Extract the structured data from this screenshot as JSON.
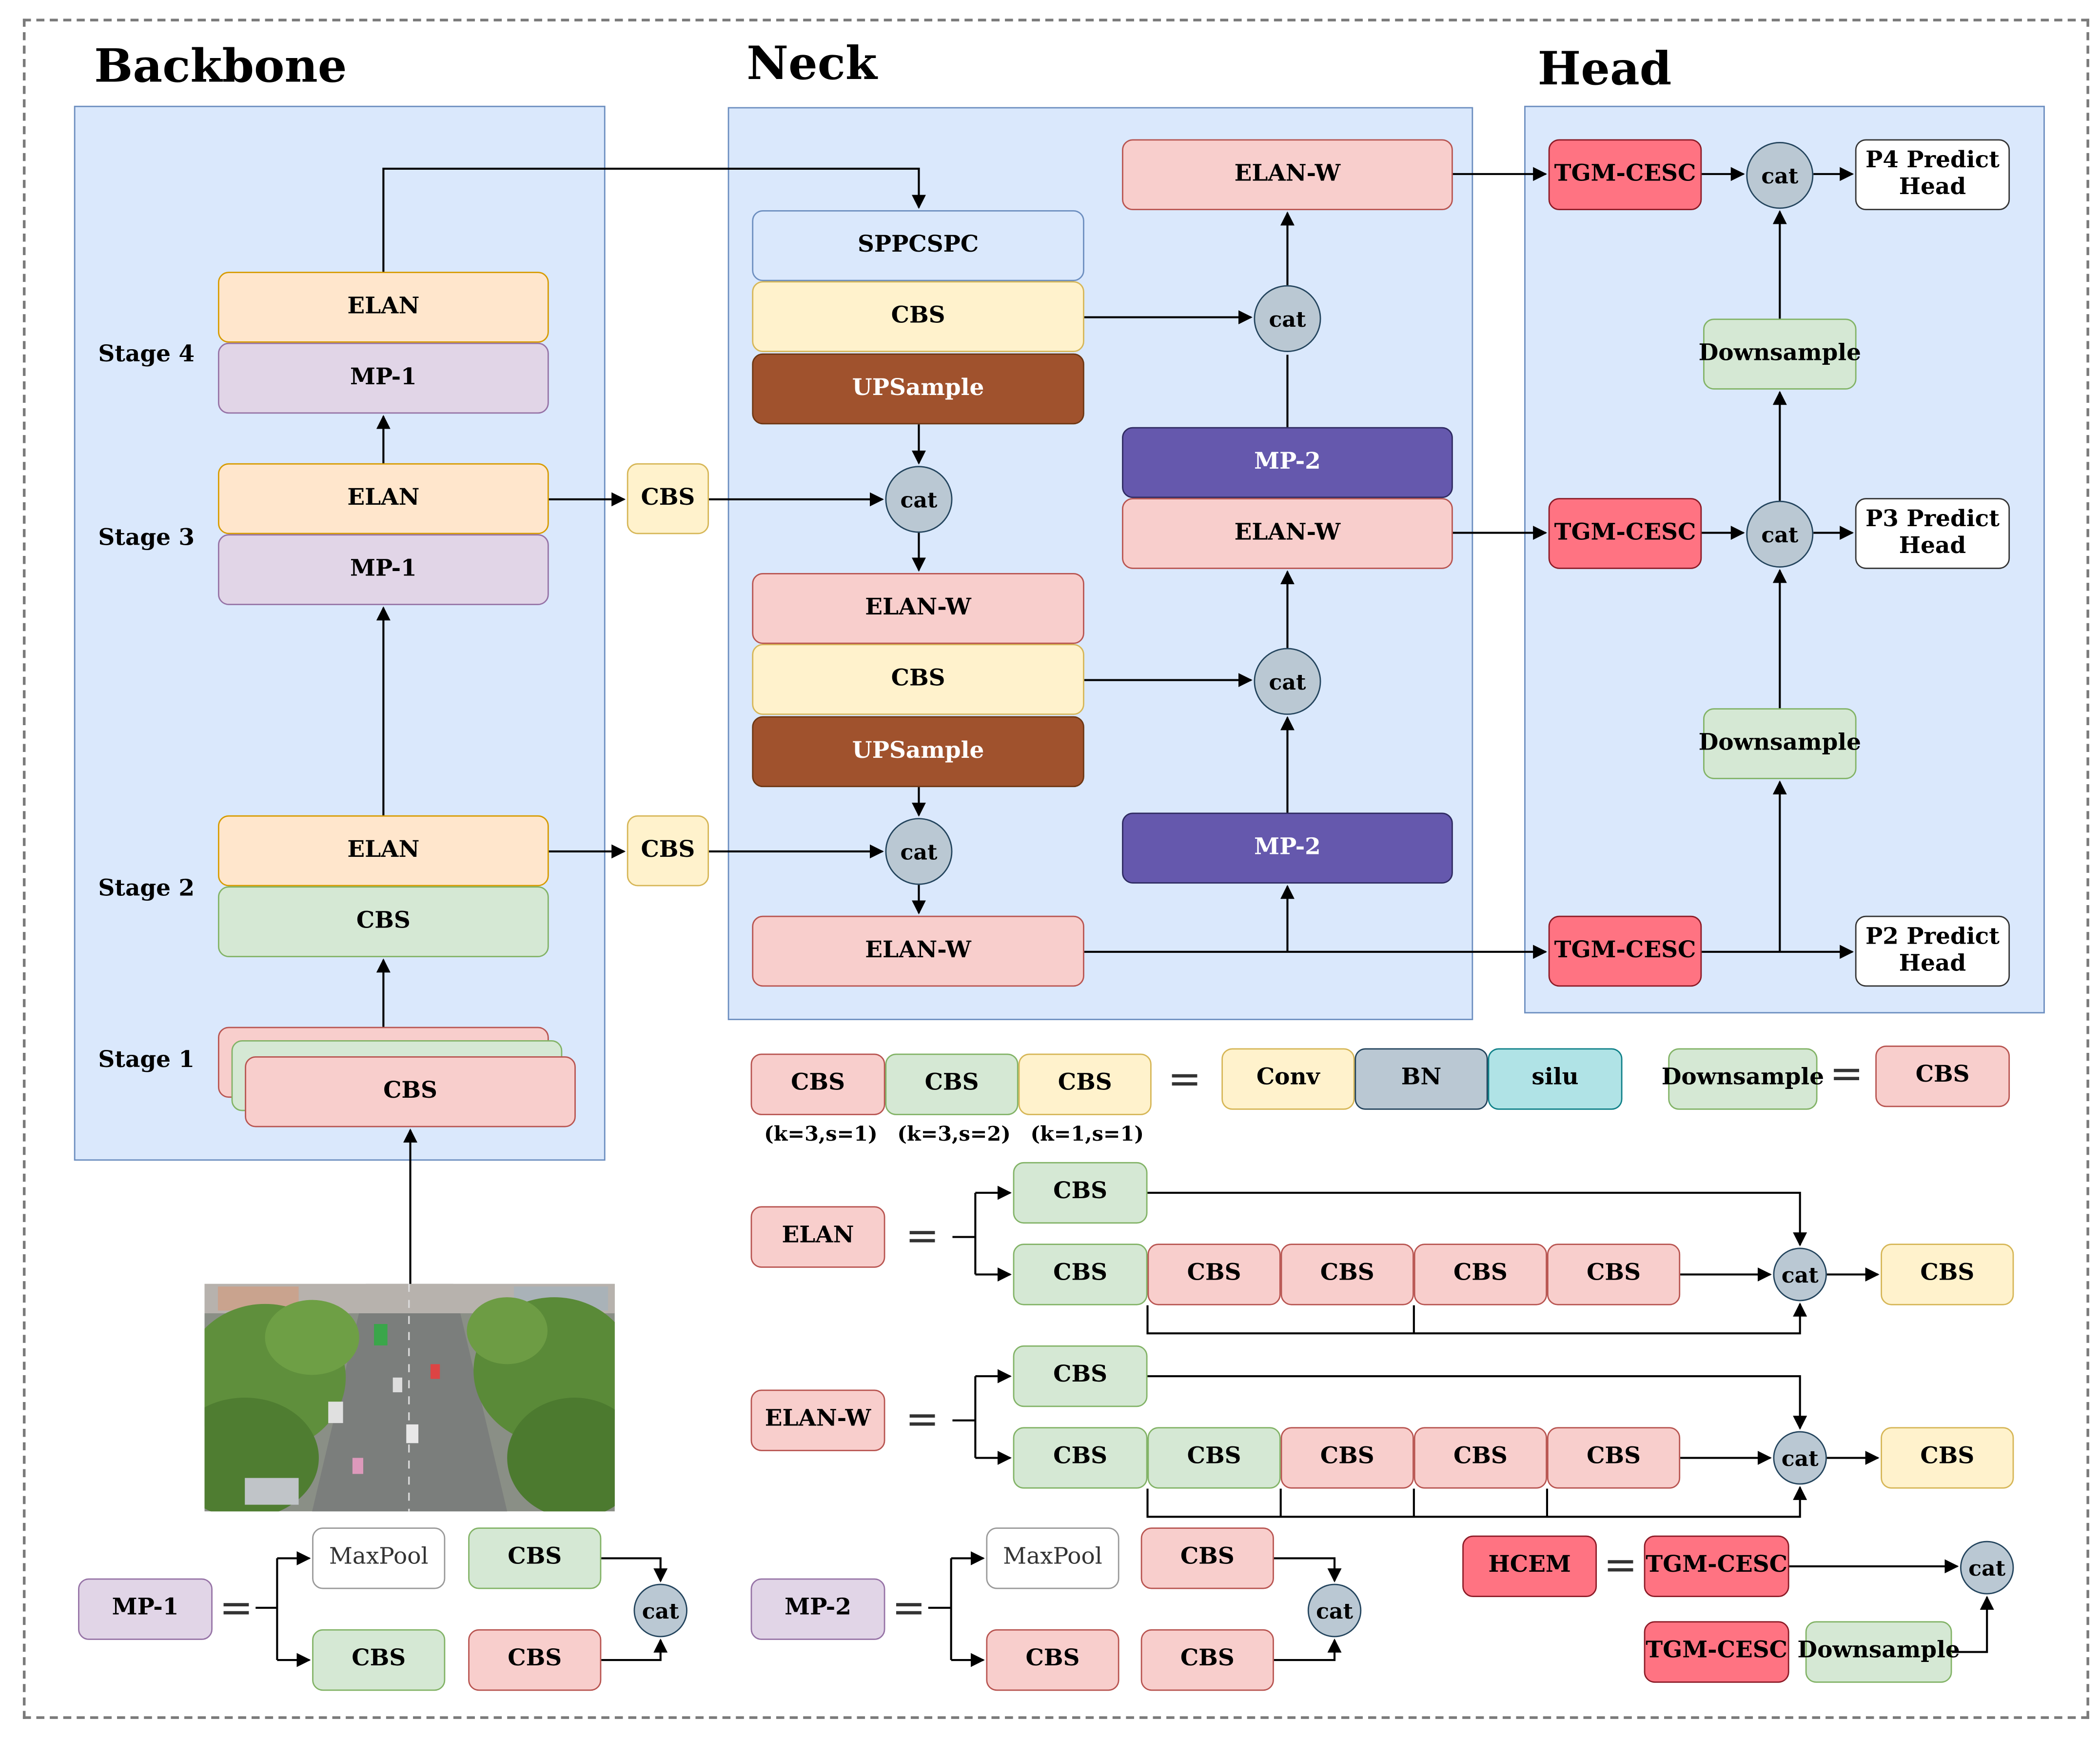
{
  "titles": {
    "backbone": "Backbone",
    "neck": "Neck",
    "head": "Head"
  },
  "backbone": {
    "stage4": {
      "label": "Stage 4",
      "elan": "ELAN",
      "mp": "MP-1"
    },
    "stage3": {
      "label": "Stage 3",
      "elan": "ELAN",
      "mp": "MP-1"
    },
    "stage2": {
      "label": "Stage 2",
      "elan": "ELAN",
      "cbs": "CBS"
    },
    "stage1": {
      "label": "Stage 1",
      "cbs": "CBS"
    },
    "side_cbs_1": "CBS",
    "side_cbs_2": "CBS"
  },
  "neck": {
    "sppcspc": "SPPCSPC",
    "cbs_1": "CBS",
    "upsample_1": "UPSample",
    "cat_1": "cat",
    "elanw_1": "ELAN-W",
    "cbs_2": "CBS",
    "upsample_2": "UPSample",
    "cat_2": "cat",
    "elanw_2": "ELAN-W",
    "elanw_top": "ELAN-W",
    "cat_top": "cat",
    "mp2_top": "MP-2",
    "elanw_mid": "ELAN-W",
    "cat_mid": "cat",
    "mp2_bottom": "MP-2"
  },
  "head": {
    "tgm_1": "TGM-CESC",
    "cat_1": "cat",
    "predict_p4": "P4 Predict Head",
    "downsample_1": "Downsample",
    "tgm_2": "TGM-CESC",
    "cat_2": "cat",
    "predict_p3": "P3 Predict Head",
    "downsample_2": "Downsample",
    "tgm_3": "TGM-CESC",
    "predict_p2": "P2 Predict Head"
  },
  "legend": {
    "cbs_defs": [
      {
        "text": "CBS",
        "note": "(k=3,s=1)"
      },
      {
        "text": "CBS",
        "note": "(k=3,s=2)"
      },
      {
        "text": "CBS",
        "note": "(k=1,s=1)"
      }
    ],
    "equals": "=",
    "conv": "Conv",
    "bn": "BN",
    "silu": "silu",
    "downsample_def": {
      "left": "Downsample",
      "right": "CBS"
    },
    "elan_def": {
      "name": "ELAN",
      "top": "CBS",
      "branch": "CBS",
      "chain": [
        "CBS",
        "CBS",
        "CBS",
        "CBS"
      ],
      "cat": "cat",
      "out": "CBS"
    },
    "elanw_def": {
      "name": "ELAN-W",
      "top": "CBS",
      "branch": "CBS",
      "chain": [
        "CBS",
        "CBS",
        "CBS",
        "CBS"
      ],
      "cat": "cat",
      "out": "CBS"
    },
    "mp1_def": {
      "name": "MP-1",
      "maxpool": "MaxPool",
      "cbs_a": "CBS",
      "cbs_b": "CBS",
      "cbs_c": "CBS",
      "cat": "cat"
    },
    "mp2_def": {
      "name": "MP-2",
      "maxpool": "MaxPool",
      "cbs_a": "CBS",
      "cbs_b": "CBS",
      "cbs_c": "CBS",
      "cat": "cat"
    },
    "hcem_def": {
      "name": "HCEM",
      "tgm_a": "TGM-CESC",
      "tgm_b": "TGM-CESC",
      "down": "Downsample",
      "cat": "cat"
    }
  }
}
